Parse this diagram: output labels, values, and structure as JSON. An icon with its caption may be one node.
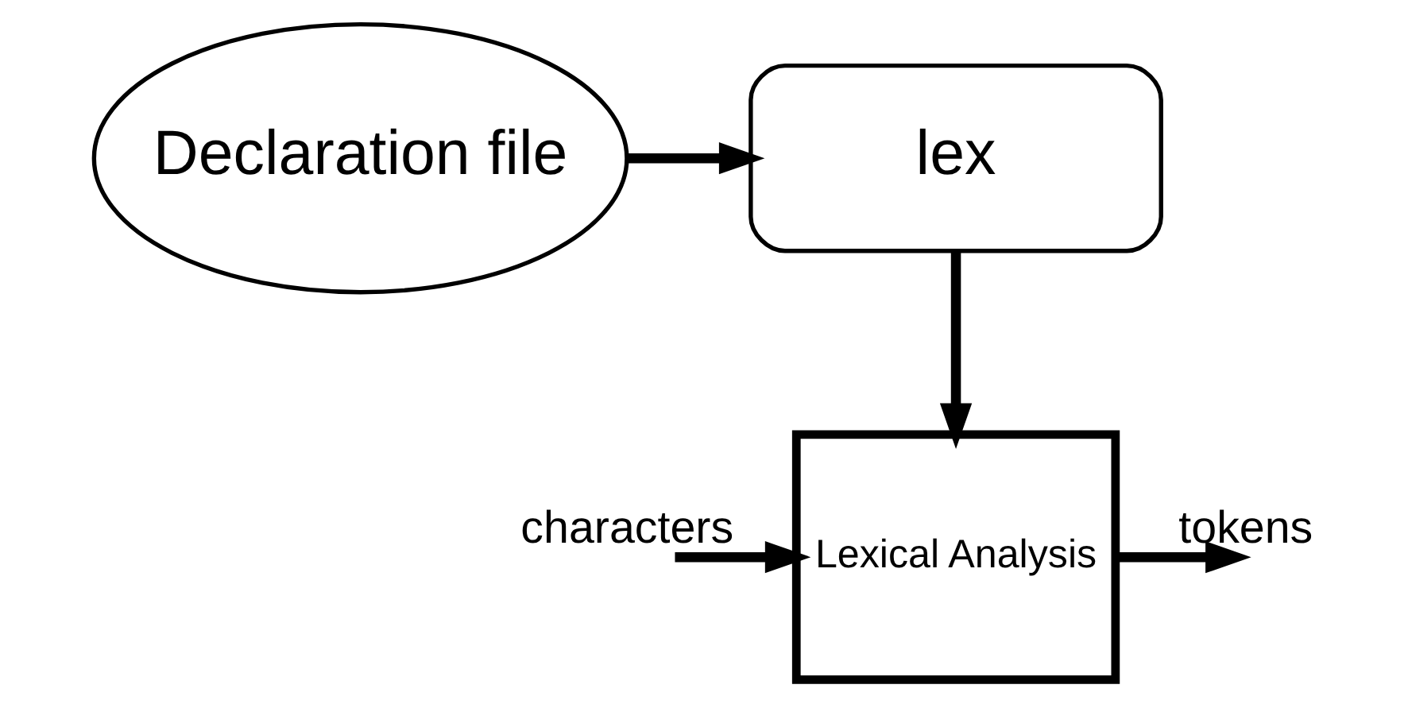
{
  "diagram": {
    "nodes": [
      {
        "text": [
          "Declaration file"
        ]
      },
      {
        "text": [
          "lex"
        ]
      },
      {
        "text": [
          "Lexical Analysis"
        ]
      }
    ],
    "edges": [
      {
        "from": 0,
        "to": 1,
        "arrow": "to"
      },
      {
        "from": 1,
        "to": 2,
        "arrow": "to"
      },
      {
        "from": null,
        "to": 2,
        "arrow": "to",
        "label": "characters"
      },
      {
        "from": 2,
        "to": null,
        "arrow": "to",
        "label": "tokens"
      }
    ]
  }
}
